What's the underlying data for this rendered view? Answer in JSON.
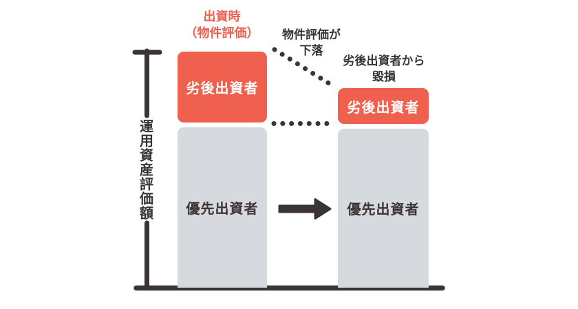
{
  "colors": {
    "red": "#f0604e",
    "gray": "#d6d9dd",
    "dark": "#3b3434",
    "box_text_light": "#ffffff"
  },
  "axis": {
    "label": "運用資産評価額"
  },
  "annotations": {
    "funding_time": {
      "line1": "出資時",
      "line2": "（物件評価）"
    },
    "valuation_drop": {
      "line1": "物件評価が",
      "line2": "下落"
    },
    "loss_from_subordinated": {
      "line1": "劣後出資者から",
      "line2": "毀損"
    }
  },
  "columns": {
    "before": {
      "subordinated_label": "劣後出資者",
      "priority_label": "優先出資者"
    },
    "after": {
      "subordinated_label": "劣後出資者",
      "priority_label": "優先出資者"
    }
  }
}
